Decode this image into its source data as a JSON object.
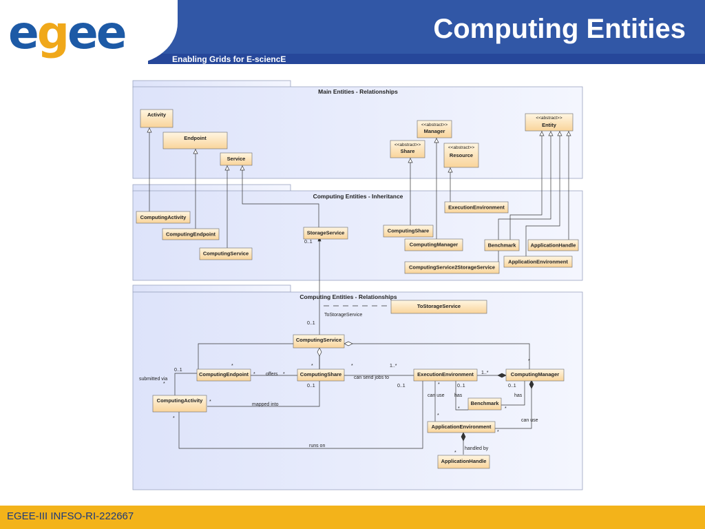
{
  "header": {
    "logo_text": "egee",
    "tagline": "Enabling Grids for E-sciencE",
    "title": "Computing Entities"
  },
  "footer": {
    "text": "EGEE-III INFSO-RI-222667"
  },
  "colors": {
    "header_blue": "#3157a6",
    "footer_gold": "#f3b31a",
    "class_fill": "#fde3b8",
    "package_fill": "#e6ebfb"
  },
  "diagram": {
    "packages": {
      "main": "Main Entities - Relationships",
      "inheritance": "Computing Entities - Inheritance",
      "relationships": "Computing Entities - Relationships"
    },
    "classes": {
      "activity": "Activity",
      "endpoint": "Endpoint",
      "service": "Service",
      "manager": "Manager",
      "share": "Share",
      "resource": "Resource",
      "entity": "Entity",
      "abstract": "<<abstract>>",
      "computing_activity": "ComputingActivity",
      "computing_endpoint": "ComputingEndpoint",
      "computing_service": "ComputingService",
      "storage_service": "StorageService",
      "computing_share": "ComputingShare",
      "computing_manager": "ComputingManager",
      "execution_environment": "ExecutionEnvironment",
      "benchmark": "Benchmark",
      "application_handle": "ApplicationHandle",
      "application_environment": "ApplicationEnvironment",
      "cs2ss": "ComputingService2StorageService",
      "to_storage_service": "ToStorageService"
    },
    "labels": {
      "tss": "ToStorageService",
      "offers": "offers",
      "can_send": "can send jobs to",
      "mapped_into": "mapped into",
      "submitted_via": "submitted via",
      "runs_on": "runs on",
      "can_use": "can use",
      "has": "has",
      "handled_by": "handled by",
      "m01": "0..1",
      "mstar": "*",
      "m1star": "1..*"
    }
  }
}
